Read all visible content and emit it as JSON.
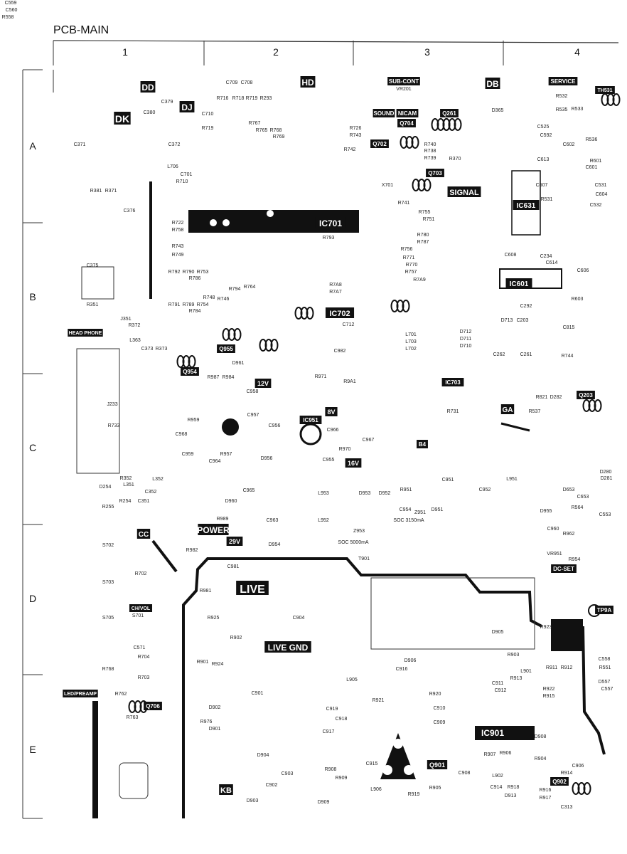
{
  "header": {
    "title": "PCB-MAIN"
  },
  "columns": [
    "1",
    "2",
    "3",
    "4"
  ],
  "rows": [
    "A",
    "B",
    "C",
    "D",
    "E"
  ],
  "highlighted_labels": [
    "DK",
    "DD",
    "DJ",
    "HD",
    "SUB-CONT",
    "DB",
    "SERVICE",
    "TH531",
    "SOUND",
    "NICAM",
    "Q704",
    "Q702",
    "Q261",
    "Q703",
    "SIGNAL",
    "IC701",
    "IC631",
    "IC601",
    "IC702",
    "Q955",
    "Q954",
    "12V",
    "IC951",
    "8V",
    "B4",
    "16V",
    "IC703",
    "GA",
    "Q203",
    "CC",
    "POWER",
    "29V",
    "LIVE",
    "LIVE GND",
    "IC901",
    "Q901",
    "KB",
    "Q706",
    "Q902",
    "DC-SET",
    "TP9A",
    "HEAD PHONE",
    "CH/VOL",
    "LED/PREAMP"
  ],
  "component_labels": [
    "VR201",
    "D365",
    "C709",
    "C708",
    "R716",
    "R718",
    "R719",
    "R293",
    "C379",
    "C380",
    "C371",
    "C372",
    "C710",
    "R719",
    "R767",
    "R765",
    "R768",
    "R769",
    "R726",
    "R743",
    "R742",
    "R740",
    "R738",
    "R739",
    "R370",
    "X701",
    "R741",
    "R755",
    "R751",
    "R780",
    "R787",
    "C701",
    "R710",
    "L706",
    "R722",
    "R758",
    "R743",
    "R749",
    "R793",
    "R381",
    "R371",
    "C376",
    "R756",
    "R771",
    "R770",
    "R757",
    "R7A9",
    "R7A8",
    "R7A7",
    "C712",
    "L701",
    "L703",
    "L702",
    "D712",
    "D711",
    "D710",
    "R792",
    "R790",
    "R786",
    "R753",
    "R791",
    "R789",
    "R784",
    "R754",
    "R748",
    "R746",
    "R794",
    "R764",
    "C982",
    "R971",
    "R9A1",
    "D961",
    "R987",
    "R984",
    "C958",
    "C957",
    "C956",
    "C966",
    "C967",
    "R970",
    "R731",
    "C955",
    "L953",
    "D953",
    "D952",
    "R951",
    "C951",
    "C952",
    "L951",
    "C954",
    "Z951",
    "D951",
    "SOC 3150mA",
    "SOC 5000mA",
    "Z953",
    "T901",
    "L952",
    "R989",
    "C963",
    "D954",
    "D960",
    "C965",
    "D956",
    "R957",
    "C964",
    "R959",
    "C959",
    "C968",
    "R352",
    "L351",
    "L352",
    "D254",
    "R255",
    "R254",
    "C351",
    "C352",
    "R982",
    "C981",
    "R981",
    "R925",
    "R902",
    "C904",
    "R901",
    "R924",
    "D906",
    "C916",
    "L905",
    "R921",
    "C919",
    "C918",
    "C917",
    "C910",
    "C909",
    "R920",
    "R907",
    "D908",
    "R906",
    "D902",
    "D901",
    "C901",
    "R976",
    "D904",
    "C903",
    "D903",
    "C902",
    "R908",
    "R909",
    "D909",
    "L906",
    "R919",
    "R905",
    "C915",
    "C908",
    "L902",
    "C914",
    "R918",
    "D913",
    "R916",
    "R917",
    "C313",
    "R914",
    "C906",
    "R904",
    "D905",
    "R903",
    "R923",
    "L901",
    "R911",
    "R912",
    "R913",
    "R922",
    "R915",
    "C911",
    "C912",
    "VR951",
    "R962",
    "D955",
    "C960",
    "R954",
    "C553",
    "R551",
    "D557",
    "C557",
    "C558",
    "C571",
    "R704",
    "R703",
    "R763",
    "R762",
    "R768",
    "S705",
    "S703",
    "S702",
    "S701",
    "R702",
    "R733",
    "J233",
    "R351",
    "C375",
    "J351",
    "R372",
    "L363",
    "C373",
    "R373",
    "R744",
    "D713",
    "C203",
    "C815",
    "C262",
    "C261",
    "C292",
    "C234",
    "R603",
    "C608",
    "C614",
    "C606",
    "C613",
    "C607",
    "R531",
    "C531",
    "C532",
    "C604",
    "R601",
    "C601",
    "C602",
    "C592",
    "R536",
    "R535",
    "R532",
    "R533",
    "C525",
    "R537",
    "R821",
    "D282",
    "D280",
    "D281",
    "D653",
    "C653",
    "R564",
    "C559",
    "C560",
    "R558"
  ]
}
